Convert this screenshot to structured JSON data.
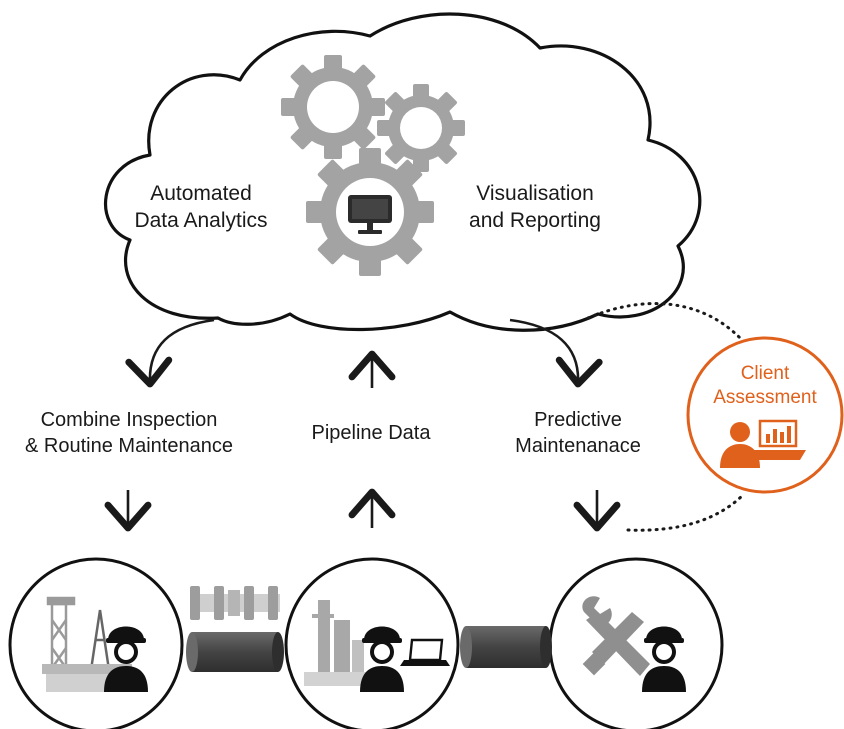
{
  "cloud": {
    "left_label": "Automated\nData Analytics",
    "right_label": "Visualisation\nand Reporting"
  },
  "flow": {
    "left_label": "Combine Inspection\n& Routine Maintenance",
    "center_label": "Pipeline Data",
    "right_label": "Predictive\nMaintenanace"
  },
  "client": {
    "label": "Client\nAssessment",
    "accent_color": "#e0611c"
  },
  "icons": {
    "gears": [
      "gear-icon",
      "gear-icon",
      "monitor-gear-icon"
    ],
    "sites": [
      "offshore-rig-icon",
      "refinery-icon",
      "tools-icon"
    ],
    "connectors": [
      "pipe-valve-icon",
      "pipe-segment-icon"
    ]
  },
  "colors": {
    "gear_gray": "#9e9e9e",
    "dark": "#1a1a1a",
    "pipe": "#4a4a4a"
  }
}
